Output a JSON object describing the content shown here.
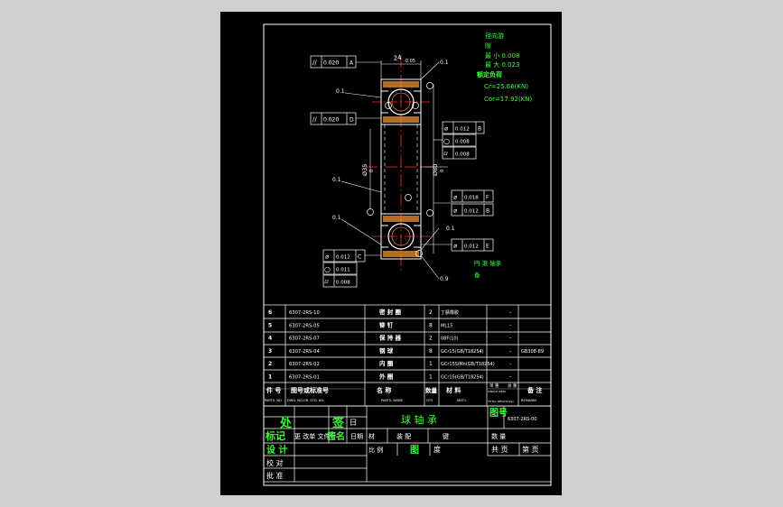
{
  "notes": {
    "heading": "径向游",
    "line2": "隙",
    "min": "最 小 0.008",
    "max": "最 大 0.023",
    "load_title": "额定负荷",
    "cr": "Cr=25.66(KN)",
    "cor": "Cor=17.92(KN)"
  },
  "dimensions": {
    "d1": "24",
    "d1_tol": "-0.05",
    "dia_bore": "Ø35",
    "dia_bore_tol": "0",
    "dia_outer": "Ø80",
    "dia_outer_tol": "0"
  },
  "leaders": {
    "r1": "0.1",
    "r2": "0.1",
    "r3": "0.1",
    "r4": "0.1",
    "r5": "0.1",
    "r6": "0.9"
  },
  "tolerance_frames": {
    "t1": {
      "sym": "//",
      "val": "0.020",
      "ref": "A"
    },
    "t2": {
      "sym": "//",
      "val": "0.020",
      "ref": "D"
    },
    "t3": {
      "sym": "⌀",
      "val": "0.012",
      "ref": "B"
    },
    "t4": {
      "sym": "○",
      "val": "0.008"
    },
    "t5": {
      "sym": "⌭",
      "val": "0.008"
    },
    "t6": {
      "sym": "⌀",
      "val": "0.018",
      "ref": "F"
    },
    "t7": {
      "sym": "⌀",
      "val": "0.012",
      "ref": "B"
    },
    "t8": {
      "sym": "⌀",
      "val": "0.012",
      "ref": "E"
    },
    "t9": {
      "sym": "⌀",
      "val": "0.012",
      "ref": "C"
    },
    "t10": {
      "sym": "○",
      "val": "0.011"
    },
    "t11": {
      "sym": "⌭",
      "val": "0.008"
    }
  },
  "datums": [
    "A",
    "B",
    "C",
    "D",
    "E",
    "F"
  ],
  "corner_note": {
    "line1": "円 滚 轴承",
    "line2": "备"
  },
  "bom": [
    {
      "no": "6",
      "code": "6307-2RS-10",
      "name": "密 封 圈",
      "qty": "2",
      "material": "丁腈橡胶",
      "weight": "-",
      "note": ""
    },
    {
      "no": "5",
      "code": "6307-2RS-05",
      "name": "铆     钉",
      "qty": "8",
      "material": "ML15",
      "weight": "-",
      "note": ""
    },
    {
      "no": "4",
      "code": "6307-2RS-07",
      "name": "保 持 器",
      "qty": "2",
      "material": "08F(10)",
      "weight": "-",
      "note": ""
    },
    {
      "no": "3",
      "code": "6307-2RS-04",
      "name": "钢     球",
      "qty": "8",
      "material": "GCr15(GB/T18254)",
      "weight": "-",
      "note": "GB308-89"
    },
    {
      "no": "2",
      "code": "6307-2RS-02",
      "name": "内     圈",
      "qty": "1",
      "material": "GCr15SiMn(GB/T18254)",
      "weight": "-",
      "note": ""
    },
    {
      "no": "1",
      "code": "6307-2RS-01",
      "name": "外     圈",
      "qty": "1",
      "material": "GCr15(GB/T18254)",
      "weight": "-",
      "note": ""
    }
  ],
  "bom_header": {
    "no": "件 号",
    "no_en": "PARTS. NO",
    "code": "图号或标准号",
    "code_en": "DWG. NO.OR. STD. NO.",
    "name": "名     称",
    "name_en": "PARTS. NAME",
    "qty": "数量",
    "qty_en": "QTY.",
    "material": "材     料",
    "material_en": "MAT'L",
    "weight": "单 重",
    "weight2": "SINGLE WEIG.",
    "weight3": "总 重",
    "weight4": "TOTAL WEIGHT(kg)",
    "note": "备 注",
    "note_en": "REMARKS"
  },
  "title_block": {
    "revision": "处",
    "sign": "签",
    "date": "日",
    "marker": "标记",
    "change": "更 改单 文件号",
    "sign2": "签名",
    "date2": "日期",
    "title": "球 轴 承",
    "drawing_no_label": "图号",
    "drawing_no": "6307-2RS-00",
    "material_label": "材",
    "assembly": "装 配",
    "unit": "键",
    "qty_label": "数 量",
    "design": "设 计",
    "check": "校 对",
    "approve": "批 准",
    "scale_label": "比 例",
    "scale_field": "图",
    "degree": "度",
    "total_sheets": "共  页",
    "sheet_no": "第  页"
  }
}
